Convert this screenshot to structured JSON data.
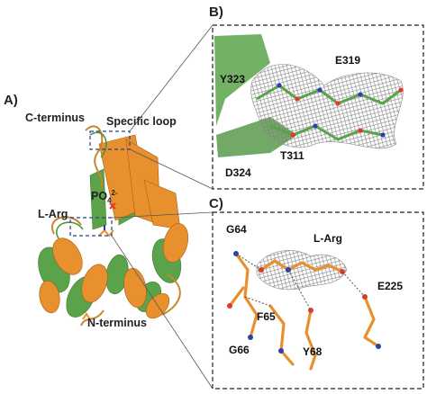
{
  "panels": {
    "a": {
      "letter": "A)",
      "labels": {
        "c_terminus": "C-terminus",
        "specific_loop": "Specific loop",
        "po4": "PO",
        "po4_sub": "4",
        "po4_sup": "2-",
        "l_arg": "L-Arg",
        "n_terminus": "N-terminus"
      }
    },
    "b": {
      "letter": "B)",
      "residues": {
        "y323": "Y323",
        "e319": "E319",
        "t311": "T311",
        "d324": "D324"
      }
    },
    "c": {
      "letter": "C)",
      "residues": {
        "g64": "G64",
        "l_arg": "L-Arg",
        "e225": "E225",
        "f65": "F65",
        "g66": "G66",
        "y68": "Y68"
      }
    }
  },
  "colors": {
    "orange": "#e8902e",
    "green": "#5aa34a",
    "mesh": "#8a8a8a",
    "nitrogen": "#2b3fb0",
    "oxygen": "#e23a2a",
    "dashed_box": "#222222"
  }
}
